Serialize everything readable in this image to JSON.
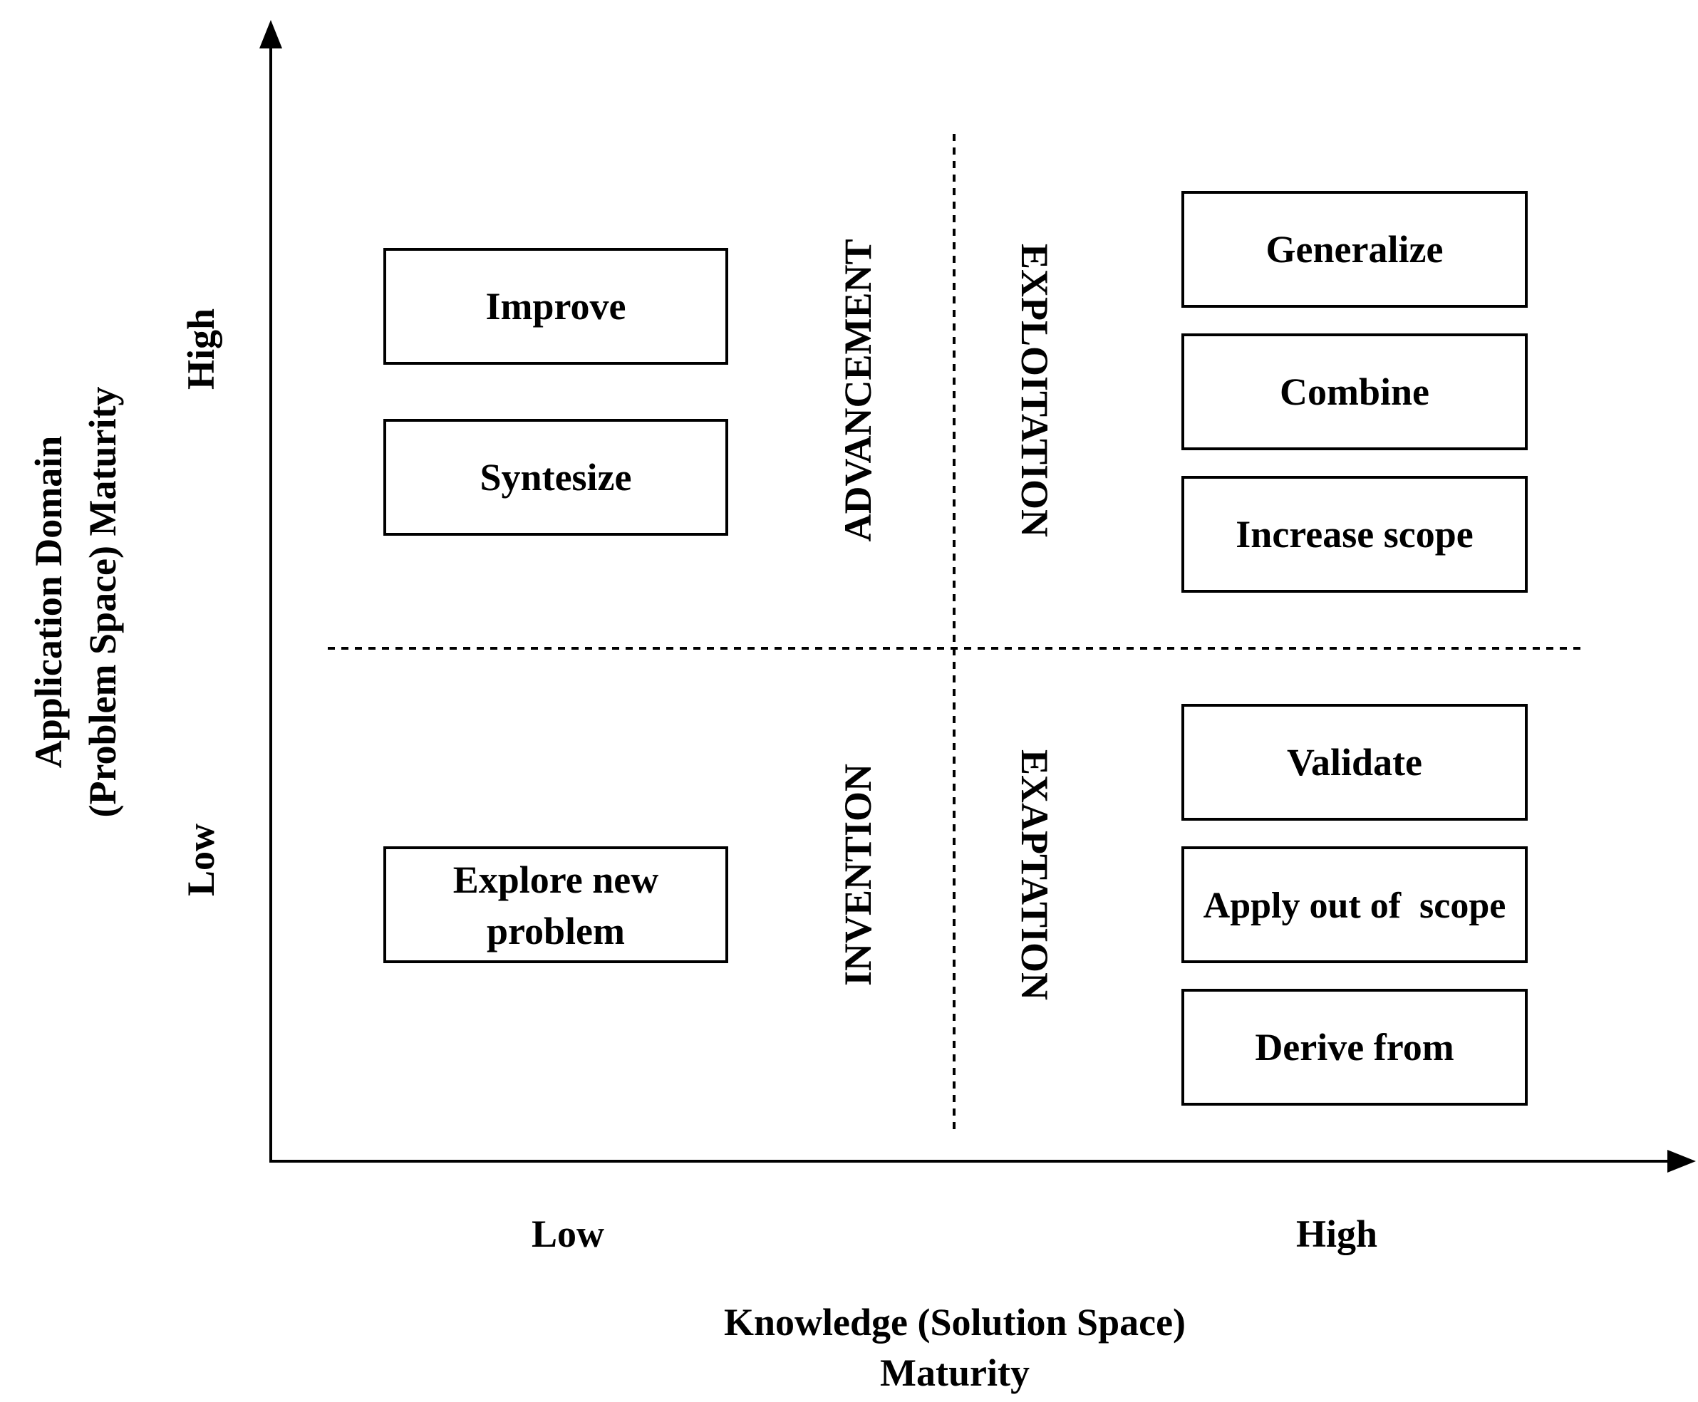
{
  "y_axis": {
    "title_line1": "Application Domain",
    "title_line2": "(Problem Space) Maturity",
    "tick_high": "High",
    "tick_low": "Low"
  },
  "x_axis": {
    "title_line1": "Knowledge (Solution Space)",
    "title_line2": "Maturity",
    "tick_low": "Low",
    "tick_high": "High"
  },
  "quadrants": {
    "advancement": "ADVANCEMENT",
    "exploitation": "EXPLOITATION",
    "invention": "INVENTION",
    "exaptation": "EXAPTATION"
  },
  "boxes": {
    "improve": "Improve",
    "syntesize": "Syntesize",
    "explore_line1": "Explore new",
    "explore_line2": "problem",
    "generalize": "Generalize",
    "combine": "Combine",
    "increase_scope": "Increase scope",
    "validate": "Validate",
    "apply_out_of_scope": "Apply out of  scope",
    "derive_from": "Derive from"
  }
}
